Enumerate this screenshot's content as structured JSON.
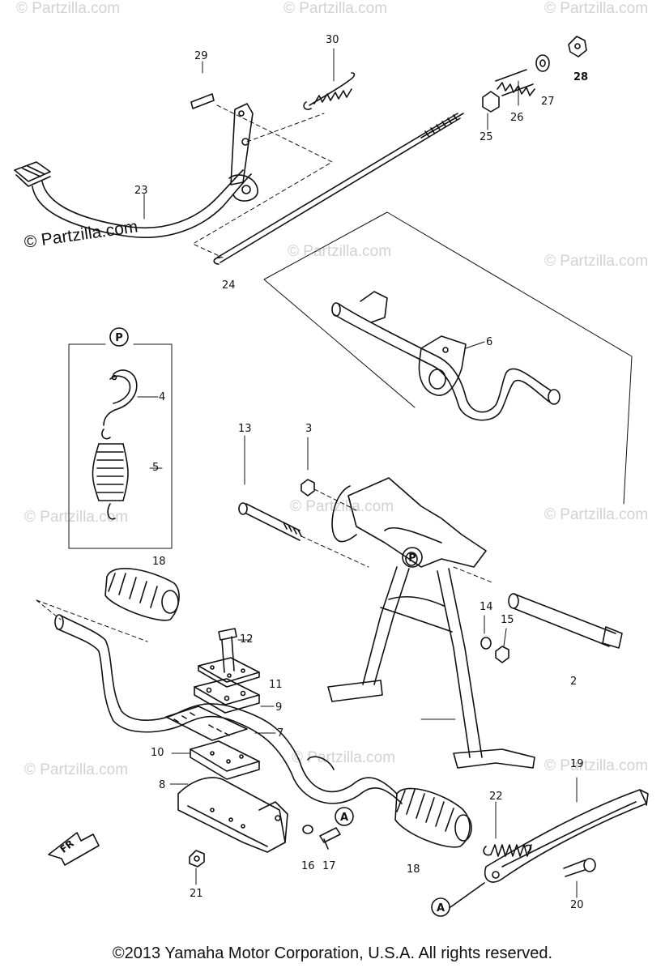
{
  "watermark_text": "© Partzilla.com",
  "brand_text": "© Partzilla.com",
  "copyright": "©2013 Yamaha Motor Corporation, U.S.A. All rights reserved.",
  "front_marker": "FR",
  "circle_labels": {
    "P": "P",
    "A": "A"
  },
  "callouts": [
    "2",
    "3",
    "4",
    "5",
    "6",
    "7",
    "8",
    "9",
    "10",
    "11",
    "12",
    "13",
    "14",
    "15",
    "16",
    "17",
    "18",
    "19",
    "20",
    "21",
    "22",
    "23",
    "24",
    "25",
    "26",
    "27",
    "28",
    "29",
    "30"
  ]
}
